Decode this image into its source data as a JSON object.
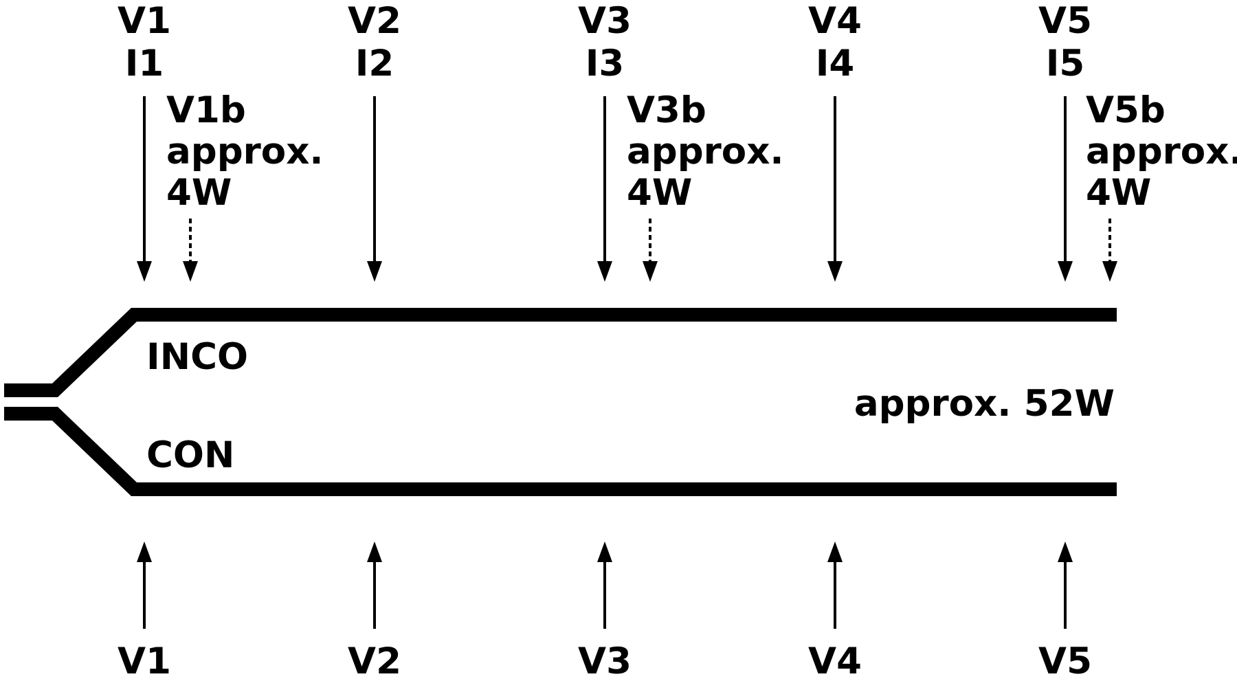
{
  "diagram": {
    "top_labels": [
      {
        "v": "V1",
        "i": "I1"
      },
      {
        "v": "V2",
        "i": "I2"
      },
      {
        "v": "V3",
        "i": "I3"
      },
      {
        "v": "V4",
        "i": "I4"
      },
      {
        "v": "V5",
        "i": "I5"
      }
    ],
    "booster_labels": [
      {
        "name": "V1b",
        "line1": "approx.",
        "line2": "4W"
      },
      {
        "name": "V3b",
        "line1": "approx.",
        "line2": "4W"
      },
      {
        "name": "V5b",
        "line1": "approx.",
        "line2": "4W"
      }
    ],
    "bottom_labels": [
      "V1",
      "V2",
      "V3",
      "V4",
      "V5"
    ],
    "branch_top_label": "INCO",
    "branch_bottom_label": "CON",
    "right_label": "approx. 52W"
  }
}
